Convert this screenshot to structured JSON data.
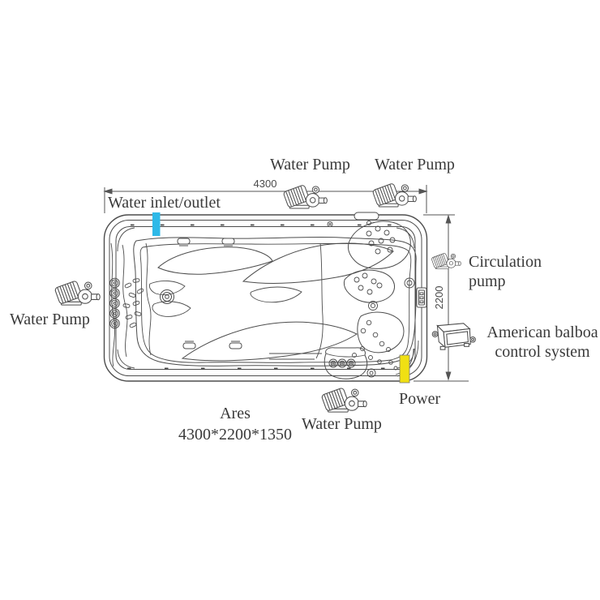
{
  "diagram": {
    "product": {
      "name": "Ares",
      "size": "4300*2200*1350"
    },
    "labels": {
      "inlet": "Water inlet/outlet",
      "pump_top_left": "Water Pump",
      "pump_top_right": "Water Pump",
      "pump_left": "Water Pump",
      "pump_bottom": "Water Pump",
      "circulation": "Circulation pump",
      "control": "American balboa control system",
      "power": "Power"
    },
    "dimensions": {
      "length": "4300",
      "width": "2200"
    },
    "colors": {
      "inlet_marker": "#2eb9e8",
      "power_marker": "#f0e013",
      "line": "#4d4d4d",
      "text": "#3a3a3a"
    }
  }
}
